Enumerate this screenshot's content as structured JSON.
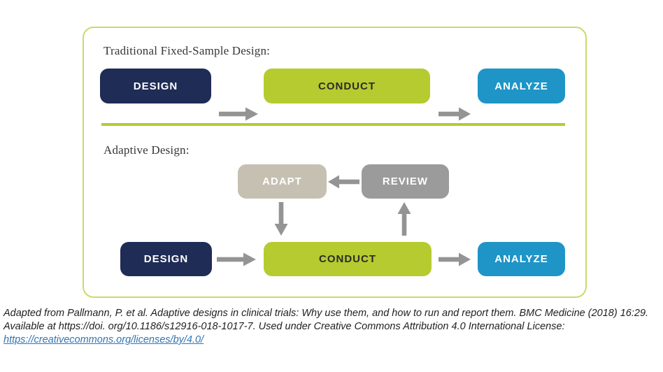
{
  "frame": {
    "traditional": {
      "title": "Traditional Fixed-Sample Design:",
      "steps": [
        "DESIGN",
        "CONDUCT",
        "ANALYZE"
      ]
    },
    "adaptive": {
      "title": "Adaptive Design:",
      "adapt_label": "ADAPT",
      "review_label": "REVIEW",
      "steps": [
        "DESIGN",
        "CONDUCT",
        "ANALYZE"
      ]
    }
  },
  "citation": {
    "line1": "Adapted from Pallmann, P. et al. Adaptive designs in clinical trials: Why use them, and how to run and report them. BMC Medicine (2018) 16:29.",
    "line2": "Available at https://doi. org/10.1186/s12916-018-1017-7. Used under Creative Commons Attribution 4.0 International License:",
    "link": "https://creativecommons.org/licenses/by/4.0/"
  },
  "colors": {
    "navy": "#1f2c56",
    "lime": "#b5cb30",
    "blue": "#1e95c6",
    "adapt_gray": "#c6c0b3",
    "review_gray": "#9b9b9b",
    "arrow_gray": "#949494",
    "border_green": "#ccd96b",
    "link_blue": "#2e74b5"
  }
}
